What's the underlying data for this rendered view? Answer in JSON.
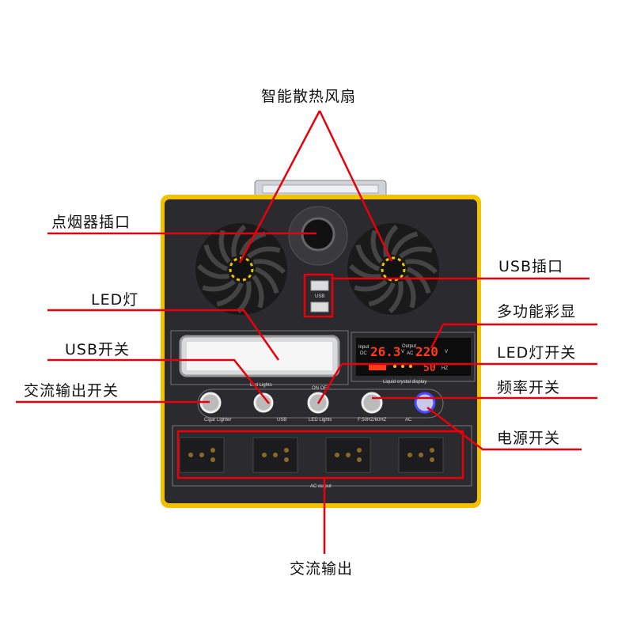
{
  "labels": {
    "fan": "智能散热风扇",
    "cigar_socket": "点烟器插口",
    "usb_port": "USB插口",
    "led_light": "LED灯",
    "display": "多功能彩显",
    "usb_switch": "USB开关",
    "led_switch": "LED灯开关",
    "ac_output_switch": "交流输出开关",
    "frequency_switch": "频率开关",
    "power_switch": "电源开关",
    "ac_output": "交流输出"
  },
  "panel": {
    "led_lights": "Led Lights",
    "lcd": "Liquid crystal display",
    "on_off": "ON OFF",
    "buttons": [
      "Cigar Lighter",
      "USB",
      "LED Lights",
      "F:50HZ/60HZ",
      "AC"
    ],
    "ac_output": "AC output",
    "usb": "USB",
    "input": "Input",
    "dc": "DC",
    "output": "Output",
    "ac": "AC",
    "volt": "V",
    "hz": "HZ",
    "input_value": "26.3",
    "output_value": "220",
    "freq_value": "50"
  },
  "colors": {
    "annotation": "#e8000b",
    "frame": "#f2c200",
    "panel": "#2b2b2f"
  }
}
